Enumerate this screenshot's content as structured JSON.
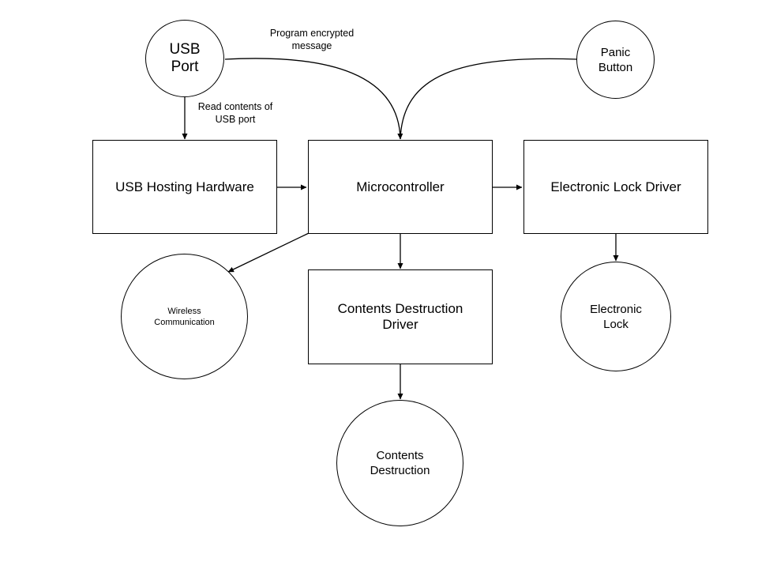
{
  "nodes": {
    "usb_port": "USB\nPort",
    "panic_button": "Panic\nButton",
    "usb_hosting_hardware": "USB Hosting Hardware",
    "microcontroller": "Microcontroller",
    "electronic_lock_driver": "Electronic Lock Driver",
    "wireless_communication": "Wireless\nCommunication",
    "contents_destruction_driver": "Contents Destruction\nDriver",
    "electronic_lock": "Electronic\nLock",
    "contents_destruction": "Contents\nDestruction"
  },
  "edge_labels": {
    "program_encrypted_message": "Program encrypted\nmessage",
    "read_contents_of_usb_port": "Read contents of\nUSB port"
  }
}
